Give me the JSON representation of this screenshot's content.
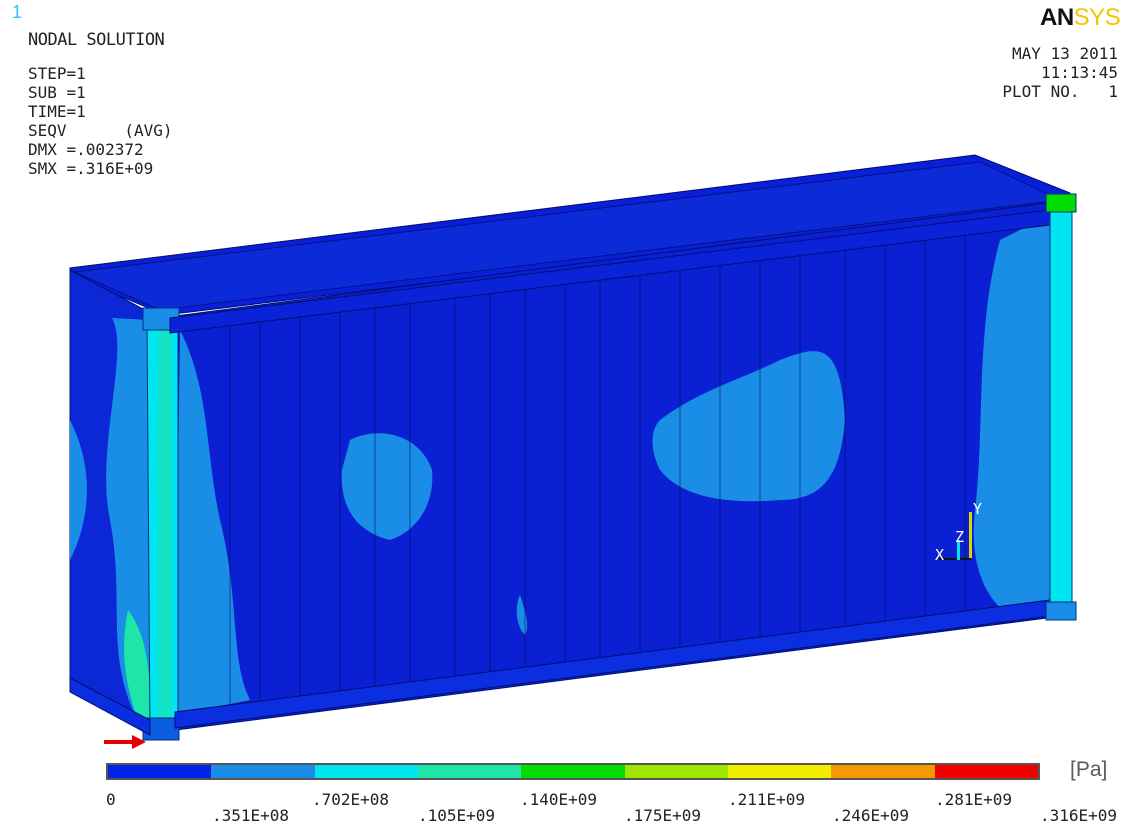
{
  "window_number": "1",
  "brand": {
    "part1": "AN",
    "part2": "SYS"
  },
  "solution": {
    "title": "NODAL SOLUTION",
    "lines": [
      "STEP=1",
      "SUB =1",
      "TIME=1",
      "SEQV      (AVG)",
      "DMX =.002372",
      "SMX =.316E+09"
    ]
  },
  "plot_info": {
    "date": "MAY 13 2011",
    "time": "11:13:45",
    "plot_no": "PLOT NO.   1"
  },
  "axis_triad": {
    "x_label": "X",
    "y_label": "Y",
    "z_label": "Z"
  },
  "legend": {
    "unit": "[Pa]",
    "colors": [
      "#0024e6",
      "#1a8ee6",
      "#00e6f0",
      "#1ee5a8",
      "#00dd00",
      "#9ee600",
      "#f2ee00",
      "#f39a00",
      "#f20000"
    ],
    "upper_labels": [
      "0",
      ".702E+08",
      ".140E+09",
      ".211E+09",
      ".281E+09"
    ],
    "lower_labels": [
      ".351E+08",
      ".105E+09",
      ".175E+09",
      ".246E+09",
      ".316E+09"
    ]
  },
  "annotation": {
    "arrow_color": "#e60000"
  }
}
